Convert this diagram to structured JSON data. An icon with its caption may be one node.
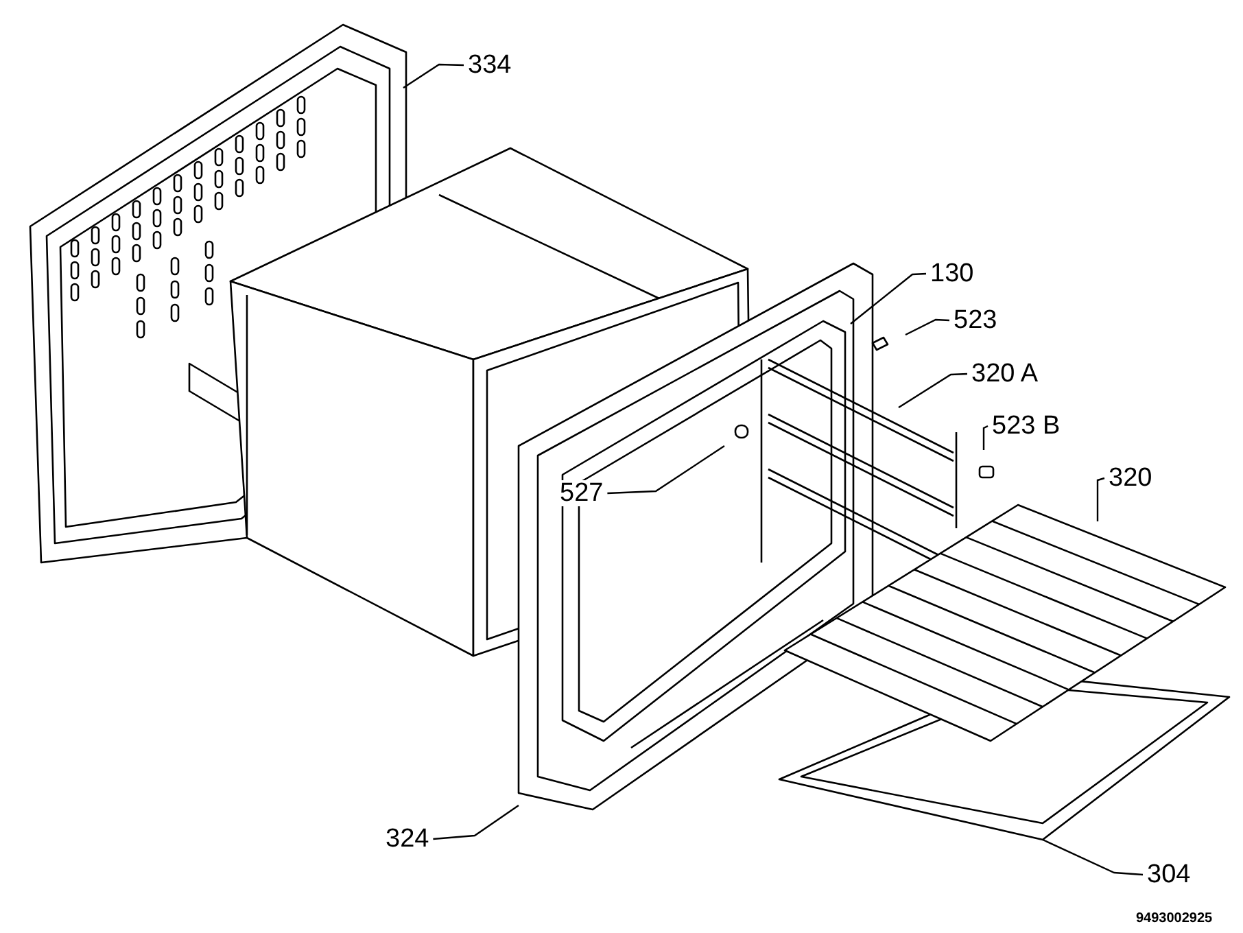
{
  "diagram": {
    "nodes": [
      {
        "text": [
          "334"
        ]
      },
      {
        "text": [
          "130"
        ]
      },
      {
        "text": [
          "523"
        ]
      },
      {
        "text": [
          "320 A"
        ]
      },
      {
        "text": [
          "523 B"
        ]
      },
      {
        "text": [
          "320"
        ]
      },
      {
        "text": [
          "527"
        ]
      },
      {
        "text": [
          "324"
        ]
      },
      {
        "text": [
          "304"
        ]
      }
    ],
    "edges": [
      {
        "from": 0,
        "to": null,
        "arrow": "none"
      },
      {
        "from": 1,
        "to": null,
        "arrow": "none"
      },
      {
        "from": 2,
        "to": null,
        "arrow": "none"
      },
      {
        "from": 3,
        "to": null,
        "arrow": "none"
      },
      {
        "from": 4,
        "to": null,
        "arrow": "none"
      },
      {
        "from": 5,
        "to": null,
        "arrow": "none"
      },
      {
        "from": 6,
        "to": null,
        "arrow": "none"
      },
      {
        "from": 7,
        "to": null,
        "arrow": "none"
      },
      {
        "from": 8,
        "to": null,
        "arrow": "none"
      }
    ],
    "labels": [
      "9493002925"
    ]
  }
}
